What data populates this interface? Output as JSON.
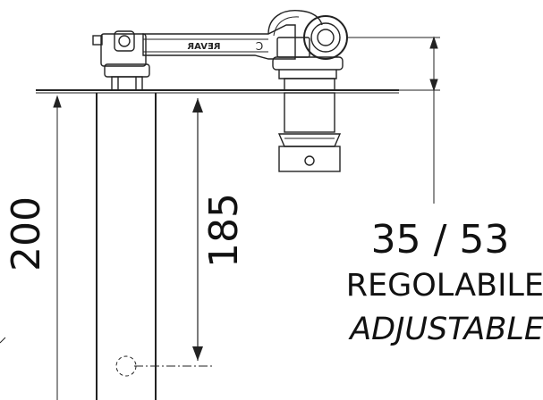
{
  "dimensions": {
    "total_height": "200",
    "inner_height": "185",
    "range": "35 / 53"
  },
  "labels": {
    "adjustable_it": "REGOLABILE",
    "adjustable_en": "ADJUSTABLE",
    "arm_brand": "REVAR",
    "arm_letter": "C"
  }
}
